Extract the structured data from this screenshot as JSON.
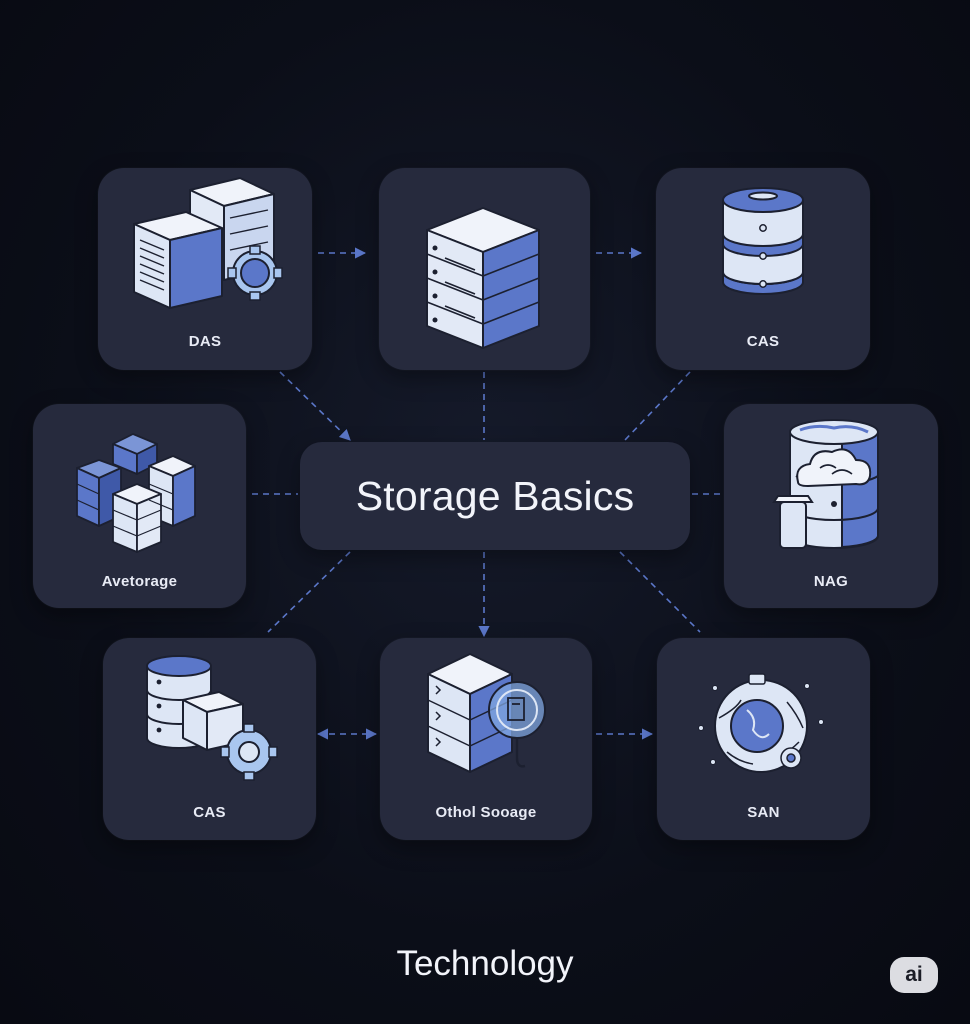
{
  "diagram": {
    "center_title": "Storage Basics",
    "footer_title": "Technology",
    "badge": "ai",
    "nodes": {
      "das": {
        "label": "DAS",
        "icon": "server-rack-gear-icon"
      },
      "server": {
        "label": "",
        "icon": "server-stack-icon"
      },
      "cas_top": {
        "label": "CAS",
        "icon": "database-cylinder-icon"
      },
      "avstorage": {
        "label": "Avetorage",
        "icon": "storage-cubes-icon"
      },
      "nag": {
        "label": "NAG",
        "icon": "database-cloud-icon"
      },
      "cas_bottom": {
        "label": "CAS",
        "icon": "database-box-gear-icon"
      },
      "object_storage": {
        "label": "Othol Sooage",
        "icon": "object-storage-magnifier-icon"
      },
      "san": {
        "label": "SAN",
        "icon": "network-globe-icon"
      }
    },
    "colors": {
      "background": "#0b0e18",
      "card": "#262a3d",
      "accent": "#5b77c9",
      "icon_light": "#dde6f5",
      "connector": "#5b77c9"
    }
  }
}
